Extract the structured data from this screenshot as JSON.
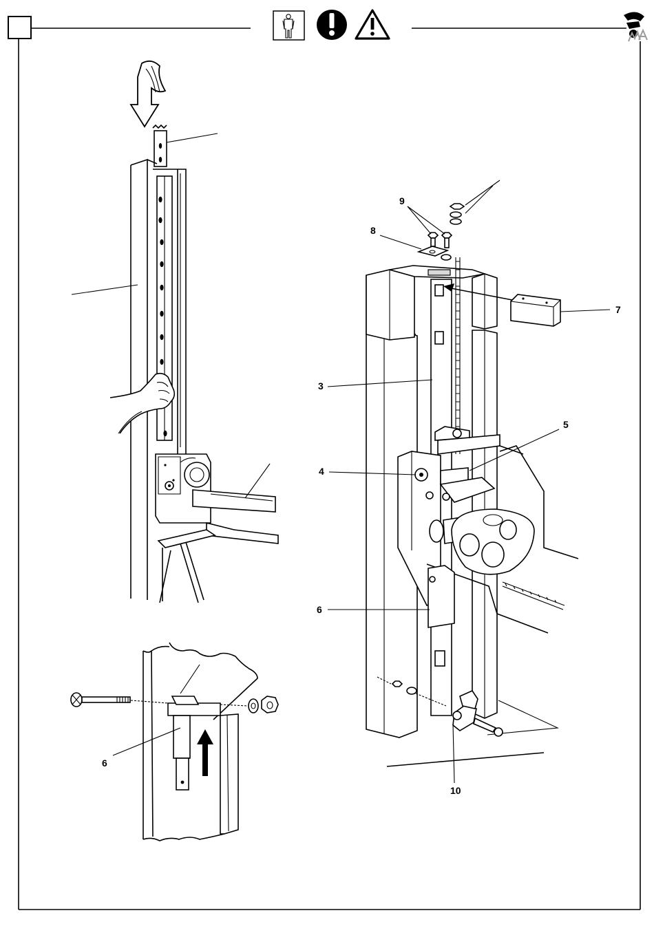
{
  "header": {
    "icons": [
      "mechanic-qualification-icon",
      "mandatory-notice-icon",
      "warning-triangle-icon",
      "brand-logo-icon"
    ],
    "box_label": ""
  },
  "callouts": {
    "figure_main": {
      "c3": "3",
      "c4": "4",
      "c5": "5",
      "c6": "6",
      "c7": "7",
      "c8": "8",
      "c9": "9",
      "c10": "10"
    },
    "figure_detail": {
      "c6": "6"
    }
  },
  "colors": {
    "ink": "#000000",
    "paper": "#ffffff",
    "shade": "#d9d9d9"
  }
}
